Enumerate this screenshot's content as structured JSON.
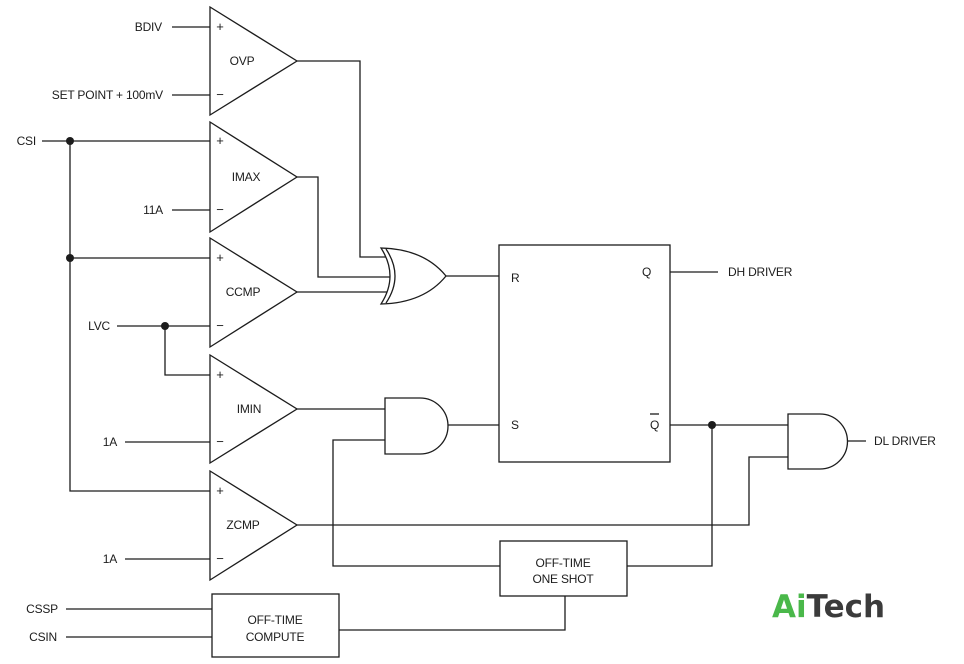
{
  "inputs": {
    "bdiv": "BDIV",
    "set_point": "SET POINT + 100mV",
    "csi": "CSI",
    "imax_ref": "11A",
    "lvc": "LVC",
    "imin_ref": "1A",
    "zcmp_ref": "1A",
    "cssp": "CSSP",
    "csin": "CSIN"
  },
  "comparators": [
    {
      "name": "OVP",
      "plus": "+",
      "minus": "−"
    },
    {
      "name": "IMAX",
      "plus": "+",
      "minus": "−"
    },
    {
      "name": "CCMP",
      "plus": "+",
      "minus": "−"
    },
    {
      "name": "IMIN",
      "plus": "+",
      "minus": "−"
    },
    {
      "name": "ZCMP",
      "plus": "+",
      "minus": "−"
    }
  ],
  "latch": {
    "r": "R",
    "s": "S",
    "q": "Q",
    "q_bar": "Q"
  },
  "outputs": {
    "dh": "DH DRIVER",
    "dl": "DL DRIVER"
  },
  "blocks": {
    "one_shot": {
      "line1": "OFF-TIME",
      "line2": "ONE SHOT"
    },
    "compute": {
      "line1": "OFF-TIME",
      "line2": "COMPUTE"
    }
  },
  "logo": {
    "ai": "Ai",
    "tech": "Tech",
    "ai_color": "#4ab84a",
    "tech_color": "#3b3b3b"
  }
}
